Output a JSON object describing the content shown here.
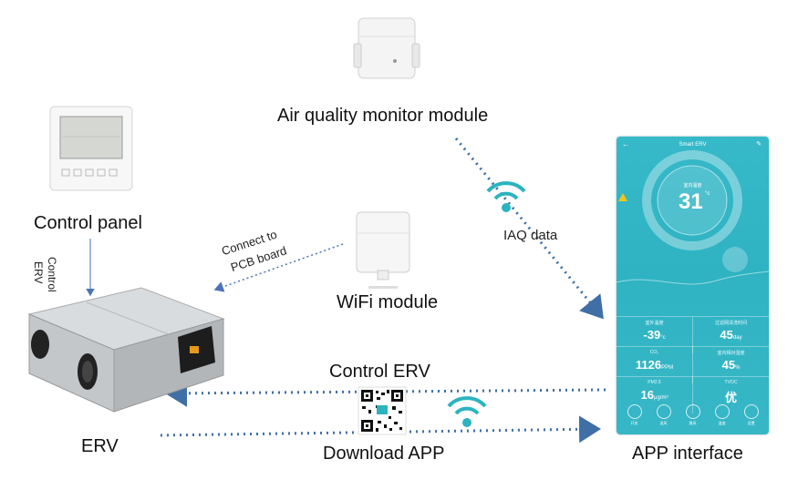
{
  "labels": {
    "air_quality_module": "Air quality monitor module",
    "control_panel": "Control panel",
    "control_erv_side_line1": "Control",
    "control_erv_side_line2": "ERV",
    "connect_line1": "Connect to",
    "connect_line2": "PCB board",
    "wifi_module": "WiFi module",
    "iaq_data": "IAQ data",
    "control_erv": "Control ERV",
    "download_app": "Download APP",
    "erv": "ERV",
    "app_interface": "APP interface"
  },
  "app": {
    "title": "Smart ERV",
    "indoor_temp_label": "室内温度",
    "indoor_temp_value": "31",
    "indoor_temp_unit": "°c",
    "cells": [
      {
        "key": "室外温度",
        "value": "-39",
        "unit": "°c"
      },
      {
        "key": "过滤网清洗时间",
        "value": "45",
        "unit": "day"
      },
      {
        "key": "CO₂",
        "value": "1126",
        "unit": "PPM"
      },
      {
        "key": "室内相对湿度",
        "value": "45",
        "unit": "%"
      },
      {
        "key": "PM2.5",
        "value": "16",
        "unit": "μg/m³"
      },
      {
        "key": "TVOC",
        "value": "优",
        "unit": ""
      }
    ],
    "nav": [
      "开关",
      "送风",
      "换风",
      "温度",
      "设置"
    ]
  },
  "colors": {
    "arrow": "#3f6fa6",
    "wifi": "#2bb3c0",
    "app_bg": "#33b6c6"
  }
}
